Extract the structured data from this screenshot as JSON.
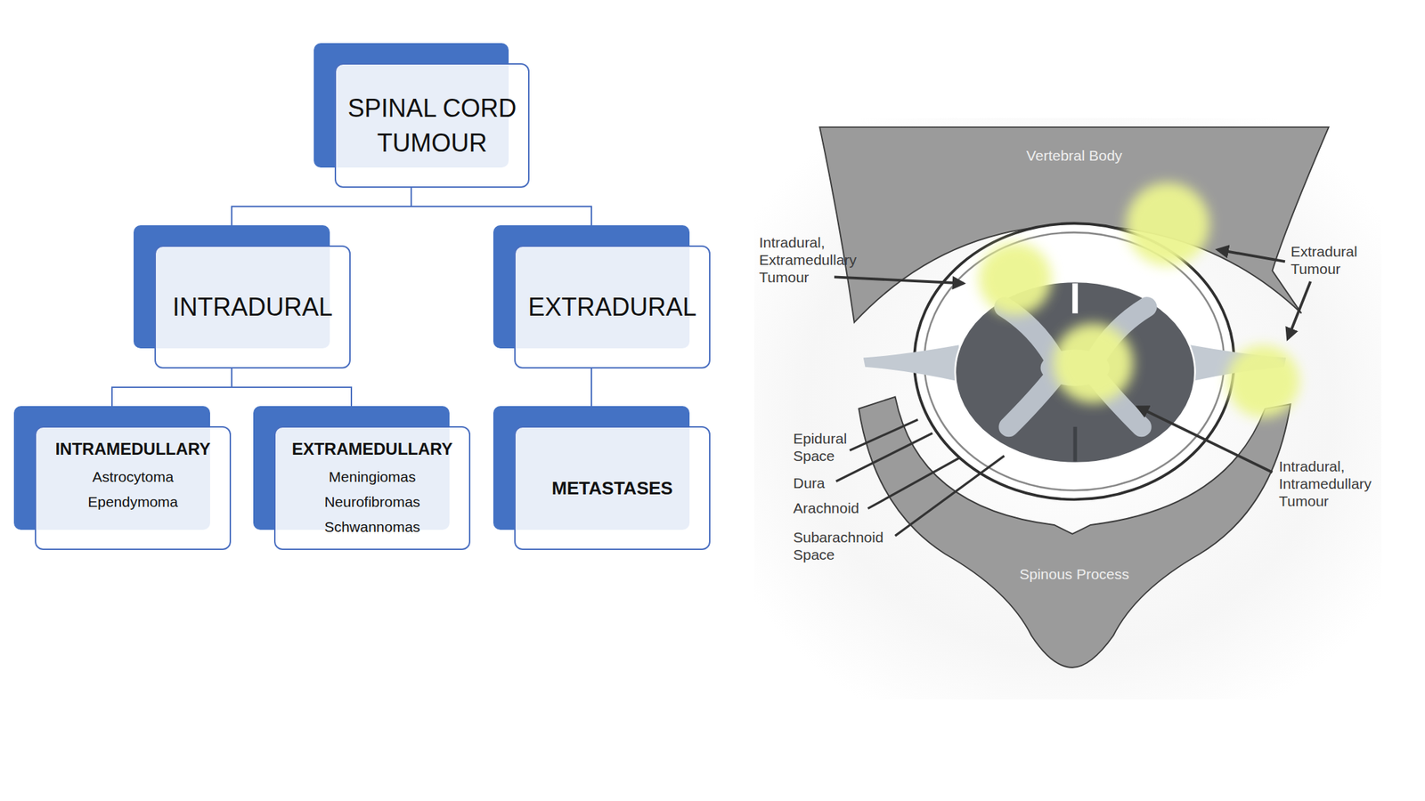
{
  "diagram": {
    "nodes": [
      {
        "text": [
          "SPINAL CORD TUMOUR"
        ]
      },
      {
        "text": [
          "INTRADURAL"
        ]
      },
      {
        "text": [
          "EXTRADURAL"
        ]
      },
      {
        "text": [
          "INTRAMEDULLARY",
          "Astrocytoma",
          "Ependymoma"
        ]
      },
      {
        "text": [
          "EXTRAMEDULLARY",
          "Meningiomas",
          "Neurofibromas",
          "Schwannomas"
        ]
      },
      {
        "text": [
          "METASTASES"
        ]
      }
    ],
    "edges": [
      {
        "from": 0,
        "to": 1,
        "arrow": "none"
      },
      {
        "from": 0,
        "to": 2,
        "arrow": "none"
      },
      {
        "from": 1,
        "to": 3,
        "arrow": "none"
      },
      {
        "from": 1,
        "to": 4,
        "arrow": "none"
      },
      {
        "from": 2,
        "to": 5,
        "arrow": "none"
      }
    ],
    "labels": [
      "Vertebral Body",
      "Intradural, Extramedullary Tumour",
      "Extradural Tumour",
      "Epidural Space",
      "Dura",
      "Arachnoid",
      "Subarachnoid Space",
      "Intradural, Intramedullary Tumour",
      "Spinous Process"
    ]
  }
}
